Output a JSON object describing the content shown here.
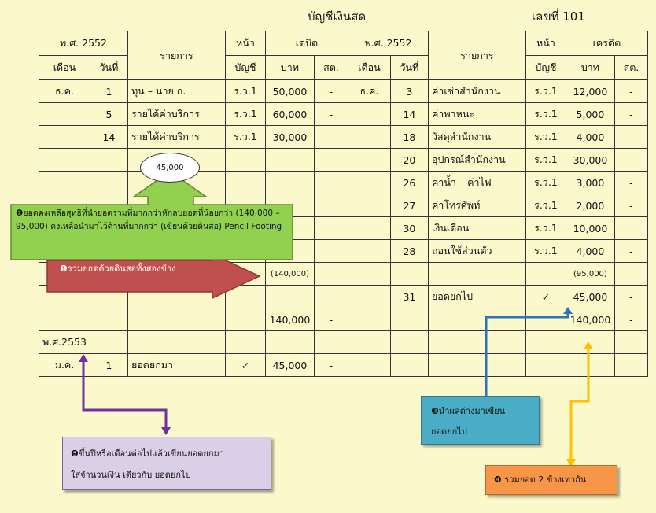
{
  "title": "บัญชีเงินสด",
  "account_no": "เลขที่ 101",
  "headers": {
    "year_left": "พ.ศ. 2552",
    "year_right": "พ.ศ. 2552",
    "month": "เดือน",
    "day": "วันที่",
    "item": "รายการ",
    "ref1": "หน้า",
    "ref2": "บัญชี",
    "debit": "เดบิต",
    "credit": "เครดิต",
    "baht": "บาท",
    "satang": "สต."
  },
  "rows": [
    {
      "lm": "ธ.ค.",
      "ld": "1",
      "li": "ทุน – นาย ก.",
      "lr": "ร.ว.1",
      "lb": "50,000",
      "ls": "-",
      "rm": "ธ.ค.",
      "rd": "3",
      "ri": "ค่าเช่าสำนักงาน",
      "rr": "ร.ว.1",
      "rb": "12,000",
      "rs": "-"
    },
    {
      "lm": "",
      "ld": "5",
      "li": "รายได้ค่าบริการ",
      "lr": "ร.ว.1",
      "lb": "60,000",
      "ls": "-",
      "rm": "",
      "rd": "14",
      "ri": "ค่าพาหนะ",
      "rr": "ร.ว.1",
      "rb": "5,000",
      "rs": "-"
    },
    {
      "lm": "",
      "ld": "14",
      "li": "รายได้ค่าบริการ",
      "lr": "ร.ว.1",
      "lb": "30,000",
      "ls": "-",
      "rm": "",
      "rd": "18",
      "ri": "วัสดุสำนักงาน",
      "rr": "ร.ว.1",
      "rb": "4,000",
      "rs": "-"
    },
    {
      "lm": "",
      "ld": "",
      "li": "",
      "lr": "",
      "lb": "",
      "ls": "",
      "rm": "",
      "rd": "20",
      "ri": "อุปกรณ์สำนักงาน",
      "rr": "ร.ว.1",
      "rb": "30,000",
      "rs": "-"
    },
    {
      "lm": "",
      "ld": "",
      "li": "",
      "lr": "",
      "lb": "",
      "ls": "",
      "rm": "",
      "rd": "26",
      "ri": "ค่าน้ำ – ค่าไฟ",
      "rr": "ร.ว.1",
      "rb": "3,000",
      "rs": "-"
    },
    {
      "lm": "",
      "ld": "",
      "li": "",
      "lr": "",
      "lb": "",
      "ls": "",
      "rm": "",
      "rd": "27",
      "ri": "ค่าโทรศัพท์",
      "rr": "ร.ว.1",
      "rb": "2,000",
      "rs": "-"
    },
    {
      "lm": "",
      "ld": "",
      "li": "",
      "lr": "",
      "lb": "",
      "ls": "",
      "rm": "",
      "rd": "30",
      "ri": "เงินเดือน",
      "rr": "ร.ว.1",
      "rb": "10,000",
      "rs": ""
    },
    {
      "lm": "",
      "ld": "",
      "li": "",
      "lr": "",
      "lb": "",
      "ls": "",
      "rm": "",
      "rd": "28",
      "ri": "ถอนใช้ส่วนตัว",
      "rr": "ร.ว.1",
      "rb": "4,000",
      "rs": "-"
    },
    {
      "lm": "",
      "ld": "",
      "li": "",
      "lr": "",
      "lb": "(140,000)",
      "ls": "",
      "rm": "",
      "rd": "",
      "ri": "",
      "rr": "",
      "rb": "(95,000)",
      "rs": ""
    },
    {
      "lm": "",
      "ld": "",
      "li": "",
      "lr": "",
      "lb": "",
      "ls": "",
      "rm": "",
      "rd": "31",
      "ri": "ยอดยกไป",
      "rr": "✓",
      "rb": "45,000",
      "rs": "-"
    },
    {
      "lm": "",
      "ld": "",
      "li": "",
      "lr": "",
      "lb": "140,000",
      "ls": "-",
      "rm": "",
      "rd": "",
      "ri": "",
      "rr": "",
      "rb": "140,000",
      "rs": "-"
    },
    {
      "lm": "พ.ศ.2553",
      "ld": "",
      "li": "",
      "lr": "",
      "lb": "",
      "ls": "",
      "rm": "",
      "rd": "",
      "ri": "",
      "rr": "",
      "rb": "",
      "rs": ""
    },
    {
      "lm": "ม.ค.",
      "ld": "1",
      "li": "ยอดยกมา",
      "lr": "✓",
      "lb": "45,000",
      "ls": "-",
      "rm": "",
      "rd": "",
      "ri": "",
      "rr": "",
      "rb": "",
      "rs": ""
    }
  ],
  "annotations": {
    "oval": "45,000",
    "note1": "❶รวมยอดด้วยดินสอทั้งสองข้าง",
    "note2": "❷ยอดคงเหลือสุทธิที่นำยอดรวมที่มากกว่าหักลบยอดที่น้อยกว่า (140,000 – 95,000) คงเหลือนำมาไว้ด้านที่มากกว่า (เขียนด้วยดินสอ) Pencil Footing",
    "note3a": "❸นำผลต่างมาเขียน",
    "note3b": "ยอดยกไป",
    "note4": "❹ รวมยอด 2 ข้างเท่ากัน",
    "note5a": "❺ขึ้นปีหรือเดือนต่อไปแล้วเขียนยอดยกมา",
    "note5b": "ใส่จำนวนเงิน เดียวกับ ยอดยกไป"
  },
  "colors": {
    "background": "#fbf8cc",
    "green": "#92d050",
    "red": "#c0504d",
    "blue": "#4bacc6",
    "orange": "#f79646",
    "purple": "#7030a0"
  }
}
